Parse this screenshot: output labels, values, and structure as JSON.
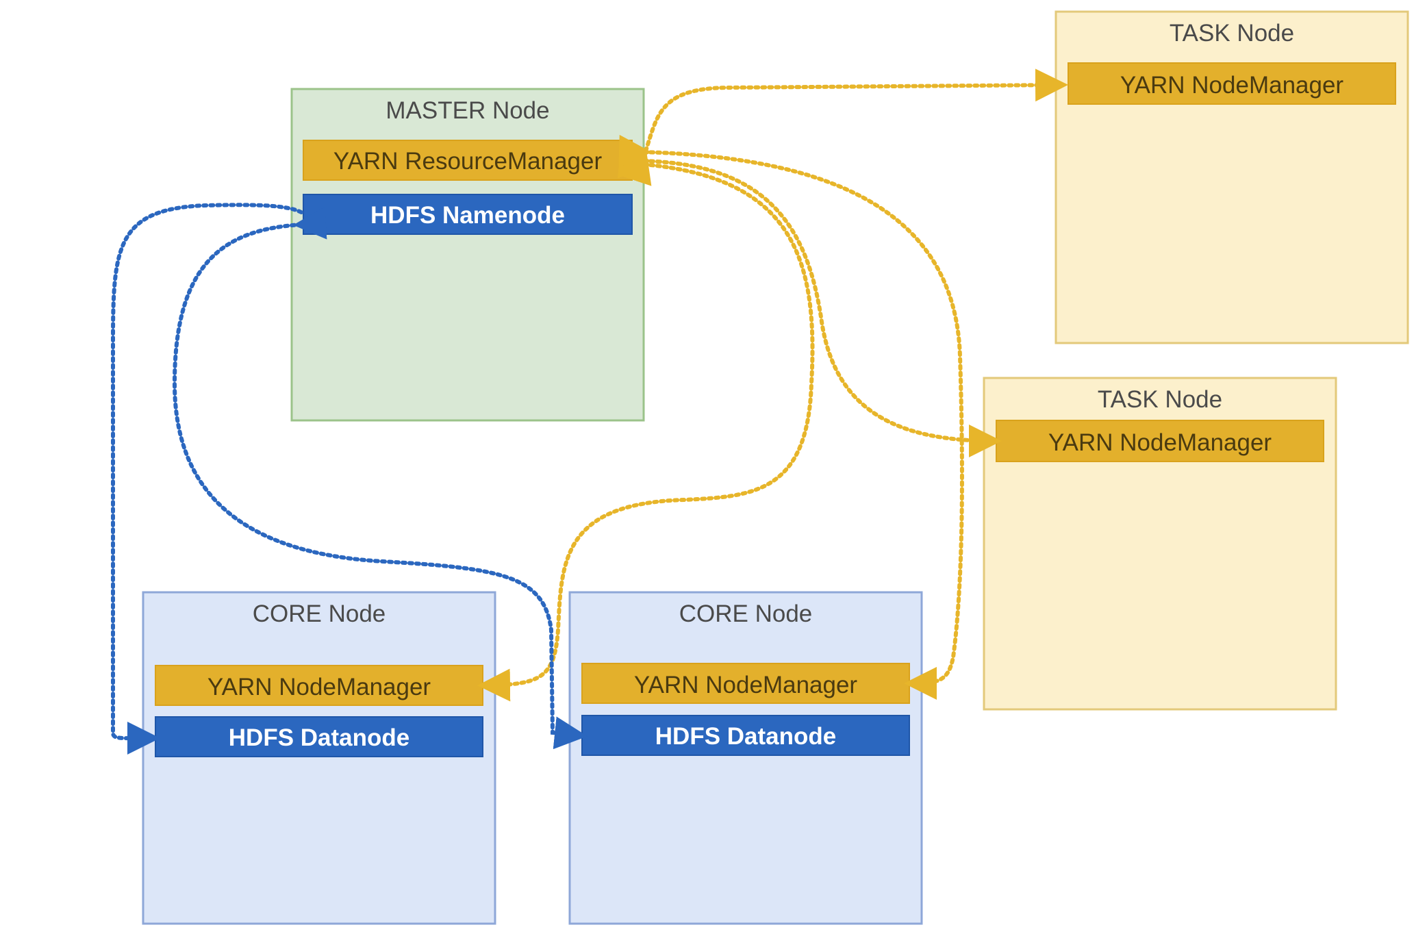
{
  "colors": {
    "master_fill": "#d9e8d5",
    "master_border": "#9bc38a",
    "core_fill": "#dce6f8",
    "core_border": "#8ea7d8",
    "task_fill": "#fcf0cc",
    "task_border": "#e3c97a",
    "yarn": "#e3b02c",
    "hdfs": "#2b67bf",
    "yarn_link": "#e7b52a",
    "hdfs_link": "#2b67bf"
  },
  "master_node": {
    "title": "MASTER Node",
    "resource_manager": "YARN ResourceManager",
    "namenode": "HDFS Namenode"
  },
  "core_nodes": [
    {
      "title": "CORE Node",
      "node_manager": "YARN NodeManager",
      "datanode": "HDFS Datanode"
    },
    {
      "title": "CORE Node",
      "node_manager": "YARN NodeManager",
      "datanode": "HDFS Datanode"
    }
  ],
  "task_nodes": [
    {
      "title": "TASK Node",
      "node_manager": "YARN NodeManager"
    },
    {
      "title": "TASK Node",
      "node_manager": "YARN NodeManager"
    }
  ]
}
